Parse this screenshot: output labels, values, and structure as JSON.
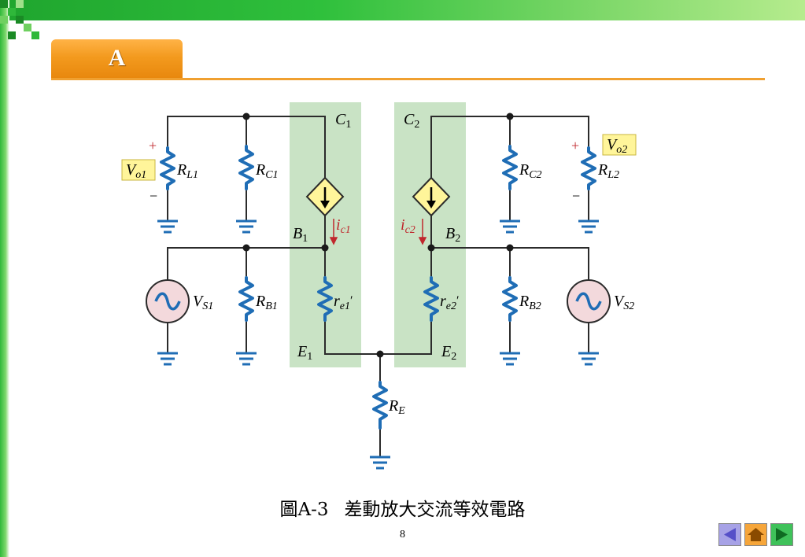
{
  "slide": {
    "section_label": "A",
    "caption_number": "圖A-3",
    "caption_text": "差動放大交流等效電路",
    "page_number": "8"
  },
  "colors": {
    "top_bar": "#2fc03c",
    "tab_orange": "#f39a1e",
    "transistor_box": "#c9e3c5",
    "resistor": "#1f6db5",
    "wire": "#2b2b2b",
    "current_source": "#fff59a",
    "output_box": "#fff59a",
    "source_fill": "#f3d9dc",
    "current_arrow": "#c0282d"
  },
  "circuit": {
    "left": {
      "collector": {
        "letter": "C",
        "sub": "1"
      },
      "base": {
        "letter": "B",
        "sub": "1"
      },
      "emitter": {
        "letter": "E",
        "sub": "1"
      },
      "rl": {
        "letter": "R",
        "sub": "L1"
      },
      "rc": {
        "letter": "R",
        "sub": "C1"
      },
      "rb": {
        "letter": "R",
        "sub": "B1"
      },
      "re": {
        "letter": "r",
        "sub": "e1",
        "prime": "′"
      },
      "vs": {
        "letter": "V",
        "sub": "S1"
      },
      "vo": {
        "letter": "V",
        "sub": "o1"
      },
      "ic": {
        "letter": "i",
        "sub": "c1"
      },
      "plus": "+",
      "minus": "−"
    },
    "right": {
      "collector": {
        "letter": "C",
        "sub": "2"
      },
      "base": {
        "letter": "B",
        "sub": "2"
      },
      "emitter": {
        "letter": "E",
        "sub": "2"
      },
      "rl": {
        "letter": "R",
        "sub": "L2"
      },
      "rc": {
        "letter": "R",
        "sub": "C2"
      },
      "rb": {
        "letter": "R",
        "sub": "B2"
      },
      "re": {
        "letter": "r",
        "sub": "e2",
        "prime": "′"
      },
      "vs": {
        "letter": "V",
        "sub": "S2"
      },
      "vo": {
        "letter": "V",
        "sub": "o2"
      },
      "ic": {
        "letter": "i",
        "sub": "c2"
      },
      "plus": "+",
      "minus": "−"
    },
    "re_common": {
      "letter": "R",
      "sub": "E"
    }
  },
  "nav": {
    "prev_icon": "triangle-left-icon",
    "home_icon": "home-icon",
    "next_icon": "triangle-right-icon"
  }
}
